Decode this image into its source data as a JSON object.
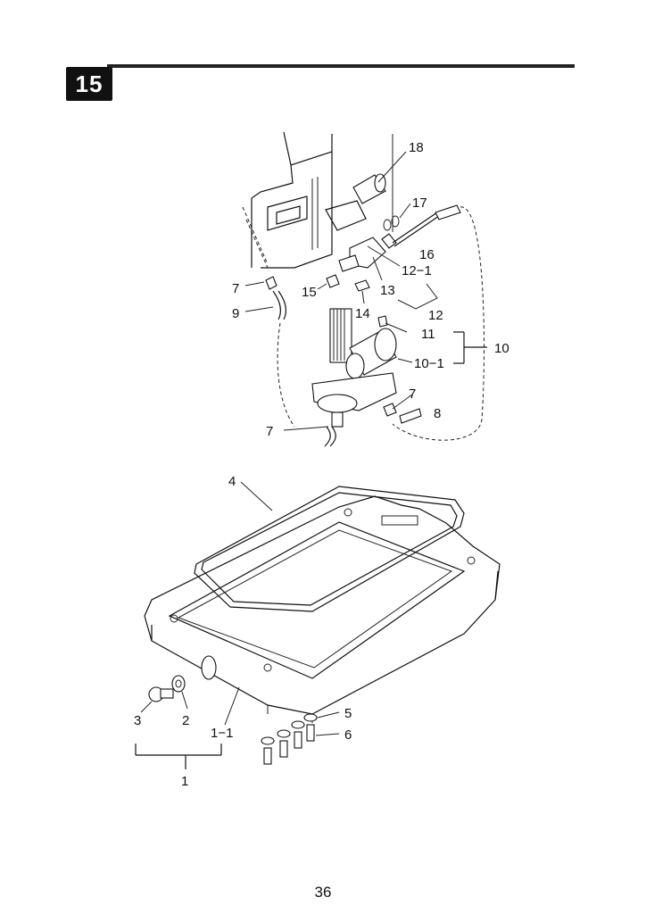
{
  "section": {
    "number": "15"
  },
  "page": {
    "number": "36"
  },
  "callouts": {
    "c18": "18",
    "c17": "17",
    "c16": "16",
    "c12_1": "12−1",
    "c13": "13",
    "c12": "12",
    "c7a": "7",
    "c15": "15",
    "c9": "9",
    "c14": "14",
    "c11": "11",
    "c10": "10",
    "c10_1": "10−1",
    "c7b": "7",
    "c8": "8",
    "c7c": "7",
    "c4": "4",
    "c5": "5",
    "c6": "6",
    "c3": "3",
    "c2": "2",
    "c1_1": "1−1",
    "c1": "1"
  }
}
